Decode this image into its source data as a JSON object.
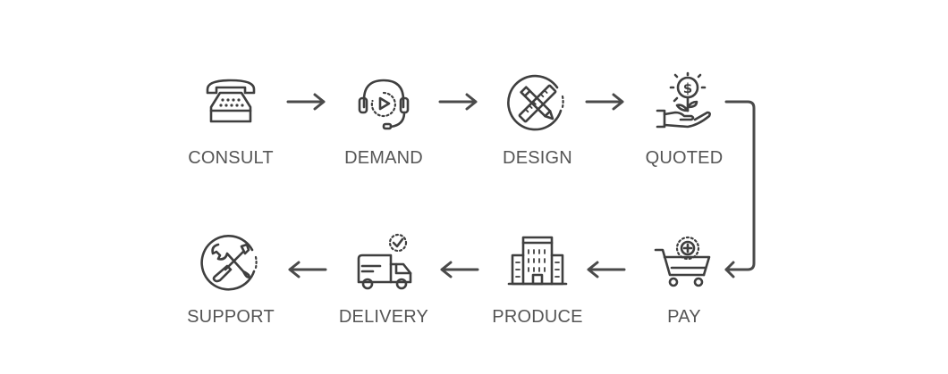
{
  "steps": {
    "consult": {
      "label": "CONSULT",
      "icon": "telephone-icon"
    },
    "demand": {
      "label": "DEMAND",
      "icon": "headset-play-icon"
    },
    "design": {
      "label": "DESIGN",
      "icon": "pencil-ruler-icon"
    },
    "quoted": {
      "label": "QUOTED",
      "icon": "hand-dollar-coin-icon"
    },
    "pay": {
      "label": "PAY",
      "icon": "shopping-cart-plus-icon"
    },
    "produce": {
      "label": "PRODUCE",
      "icon": "factory-building-icon"
    },
    "delivery": {
      "label": "DELIVERY",
      "icon": "delivery-truck-check-icon"
    },
    "support": {
      "label": "SUPPORT",
      "icon": "wrench-screwdriver-icon"
    }
  },
  "colors": {
    "icon": "#3f3f3f",
    "label": "#555555",
    "arrow": "#4a4a4a",
    "background": "#ffffff"
  }
}
